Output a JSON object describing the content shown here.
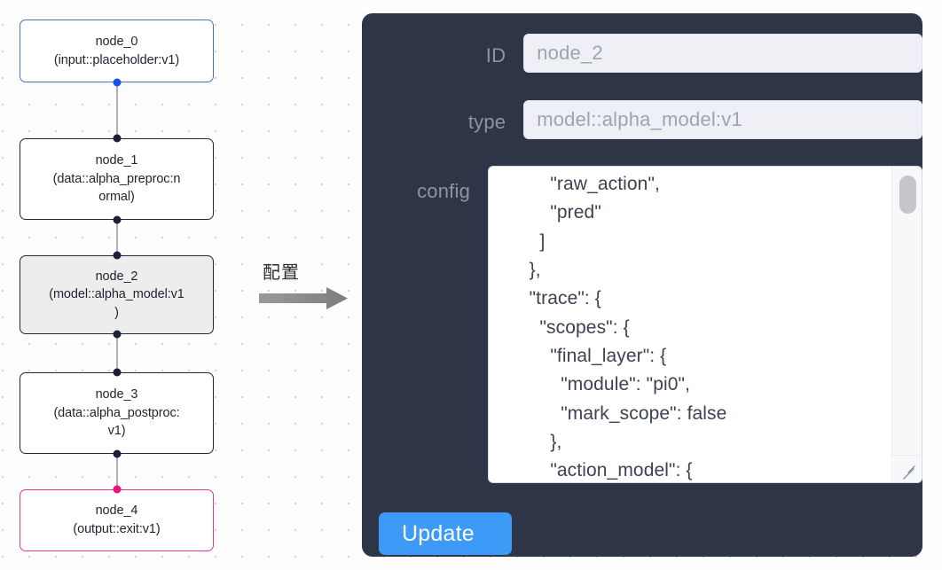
{
  "graph": {
    "nodes": [
      {
        "id": "node_0",
        "label": "node_0\n(input::placeholder:v1)",
        "kind": "input",
        "selected": false
      },
      {
        "id": "node_1",
        "label": "node_1\n(data::alpha_preproc:n\normal)",
        "kind": "default",
        "selected": false
      },
      {
        "id": "node_2",
        "label": "node_2\n(model::alpha_model:v1\n)",
        "kind": "default",
        "selected": true
      },
      {
        "id": "node_3",
        "label": "node_3\n(data::alpha_postproc:\nv1)",
        "kind": "default",
        "selected": false
      },
      {
        "id": "node_4",
        "label": "node_4\n(output::exit:v1)",
        "kind": "output",
        "selected": false
      }
    ],
    "edges": [
      {
        "from": "node_0",
        "to": "node_1"
      },
      {
        "from": "node_1",
        "to": "node_2"
      },
      {
        "from": "node_2",
        "to": "node_3"
      },
      {
        "from": "node_3",
        "to": "node_4"
      }
    ],
    "colors": {
      "input_border": "#4a72c4",
      "output_border": "#e0399a",
      "default_border": "#22273a",
      "selected_fill": "#ededed",
      "port_default": "#1a1f33",
      "port_input": "#1455e8",
      "port_output": "#ec0f7e",
      "edge": "#b0b0b0"
    }
  },
  "annotation": {
    "arrow_label": "配置"
  },
  "panel": {
    "background": "#2e3547",
    "fields": [
      {
        "name": "id",
        "label": "ID",
        "value": "node_2"
      },
      {
        "name": "type",
        "label": "type",
        "value": "model::alpha_model:v1"
      },
      {
        "name": "config",
        "label": "config",
        "value": "          \"raw_action\",\n          \"pred\"\n        ]\n      },\n      \"trace\": {\n        \"scopes\": {\n          \"final_layer\": {\n            \"module\": \"pi0\",\n            \"mark_scope\": false\n          },\n          \"action_model\": {"
      }
    ],
    "update_button": {
      "label": "Update",
      "color": "#3d9bf7"
    }
  }
}
